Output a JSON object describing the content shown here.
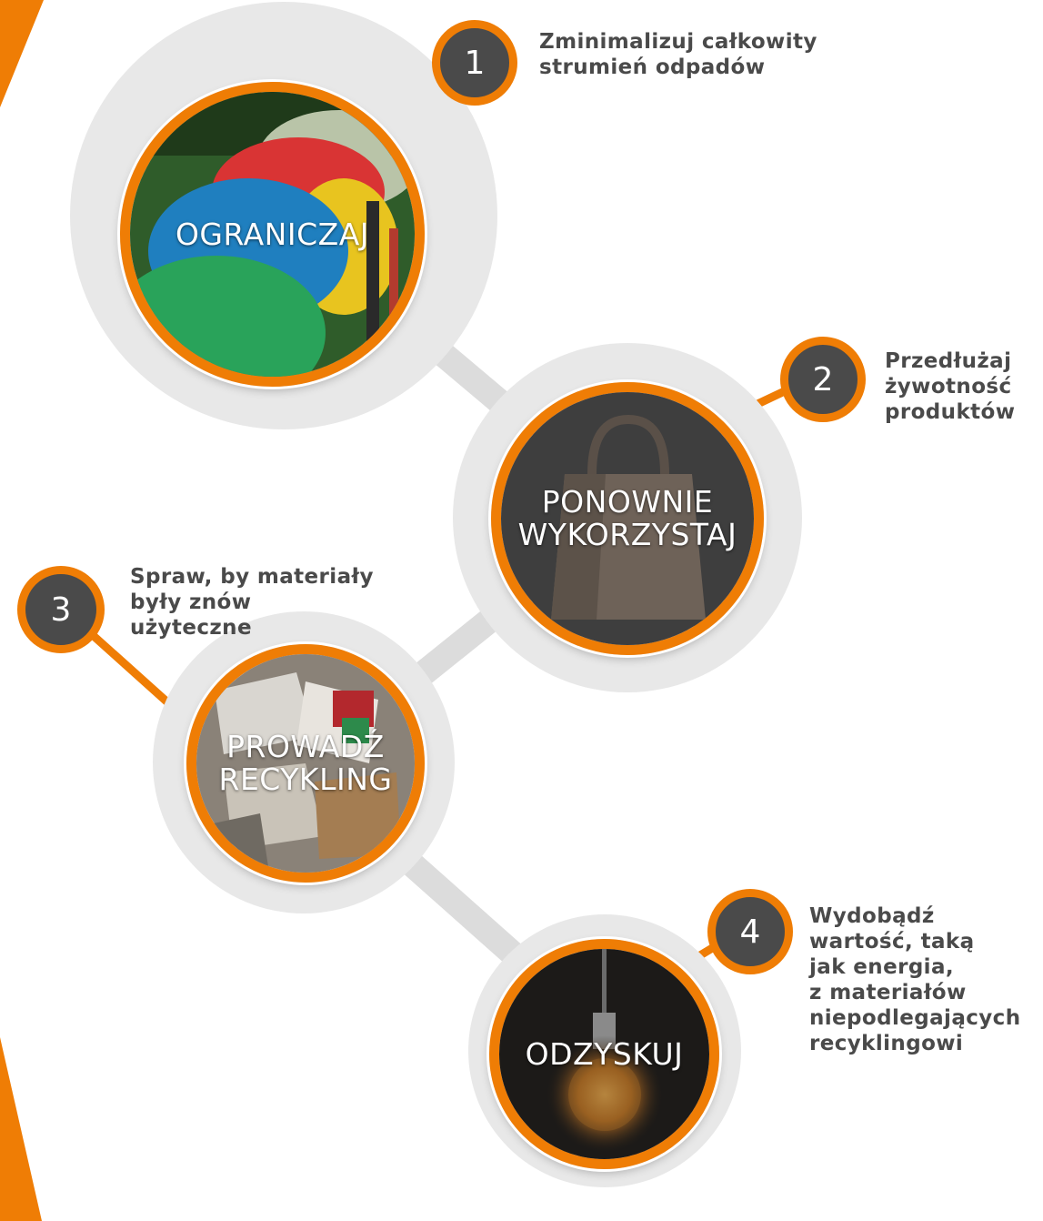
{
  "steps": [
    {
      "number": "1",
      "label_lines": [
        "OGRANICZAJ"
      ],
      "desc_lines": [
        "Zminimalizuj całkowity",
        "strumień odpadów"
      ],
      "photo": "recycling-bins-photo"
    },
    {
      "number": "2",
      "label_lines": [
        "PONOWNIE",
        "WYKORZYSTAJ"
      ],
      "desc_lines": [
        "Przedłużaj",
        "żywotność",
        "produktów"
      ],
      "photo": "paper-bag-photo"
    },
    {
      "number": "3",
      "label_lines": [
        "PROWADŹ",
        "RECYKLING"
      ],
      "desc_lines": [
        "Spraw, by materiały",
        "były znów",
        "użyteczne"
      ],
      "photo": "waste-paper-photo"
    },
    {
      "number": "4",
      "label_lines": [
        "ODZYSKUJ"
      ],
      "desc_lines": [
        "Wydobądź",
        "wartość, taką",
        "jak energia,",
        "z materiałów",
        "niepodlegających",
        "recyklingowi"
      ],
      "photo": "light-bulb-photo"
    }
  ],
  "colors": {
    "accent": "#ef7d05",
    "badge": "#4a4a4a",
    "connector": "#dcdcdc",
    "halo": "#e8e8e8",
    "text": "#4a4a4a"
  }
}
